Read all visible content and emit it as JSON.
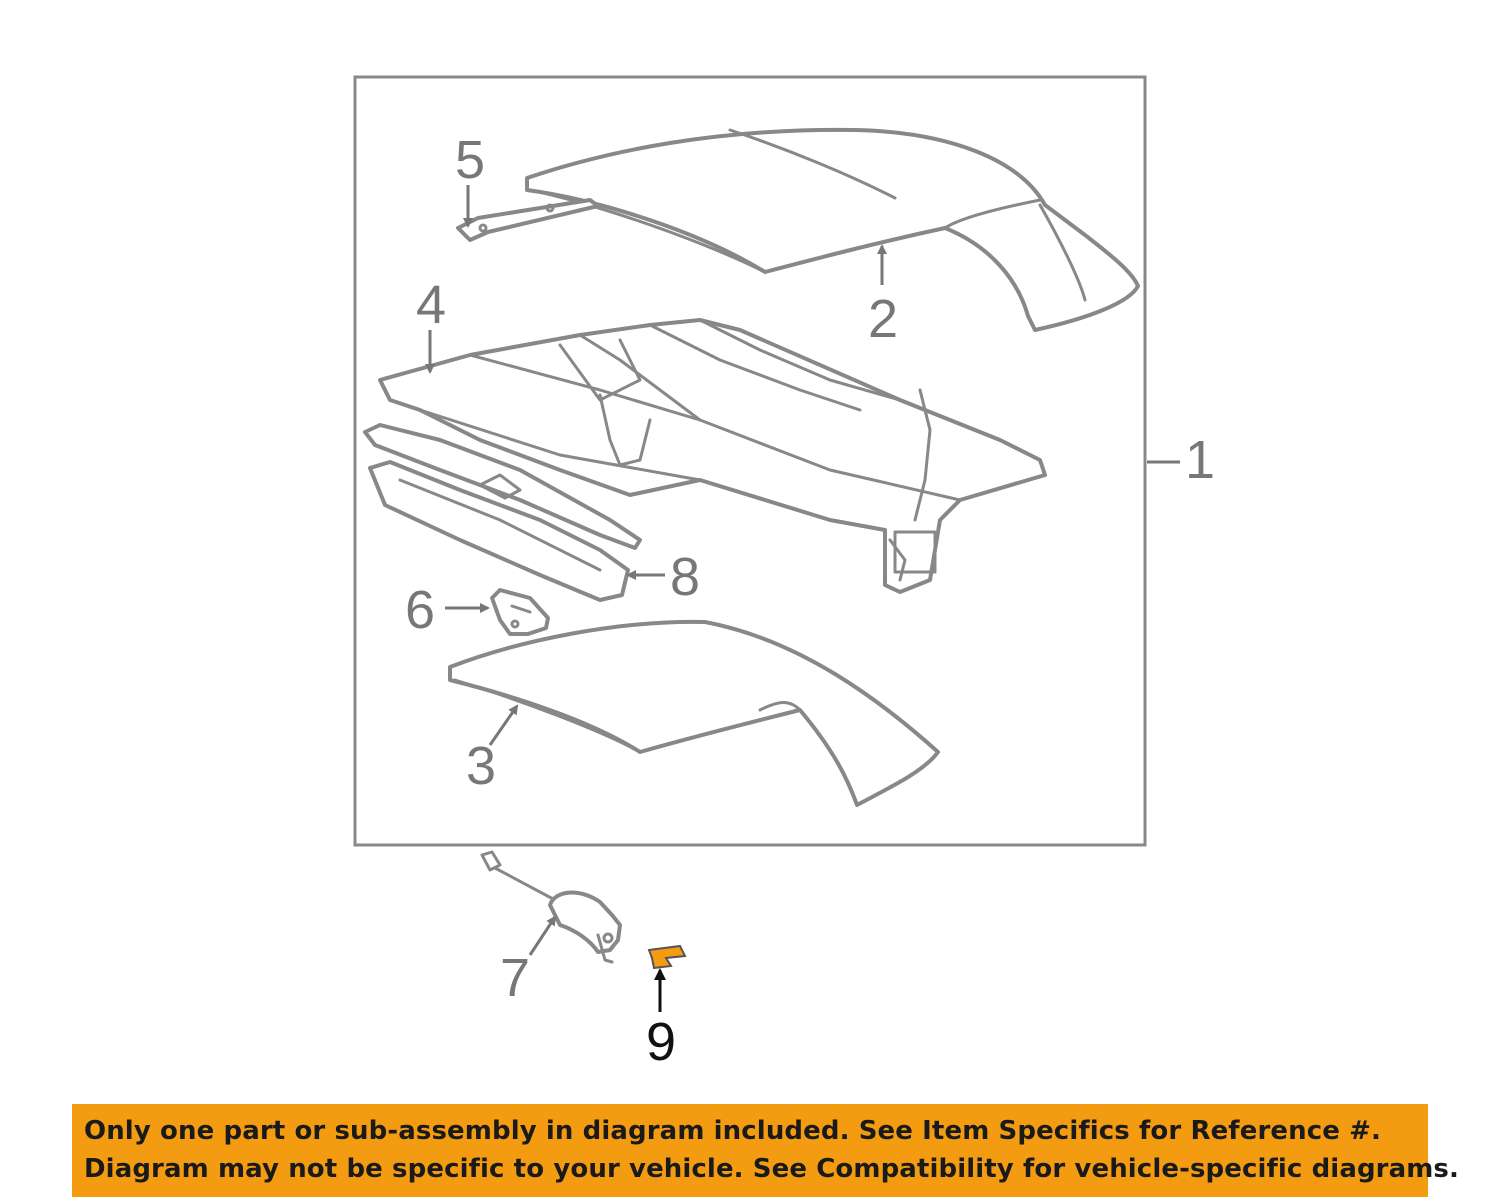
{
  "diagram": {
    "callouts": [
      "1",
      "2",
      "3",
      "4",
      "5",
      "6",
      "7",
      "8",
      "9"
    ],
    "highlight_color": "#f39c12",
    "highlighted_callout": "9"
  },
  "disclaimer": {
    "line1": "Only one part or sub-assembly in diagram included. See Item Specifics for Reference #.",
    "line2": "Diagram may not be specific to your vehicle. See Compatibility for vehicle-specific diagrams.",
    "background": "#f39c12"
  }
}
